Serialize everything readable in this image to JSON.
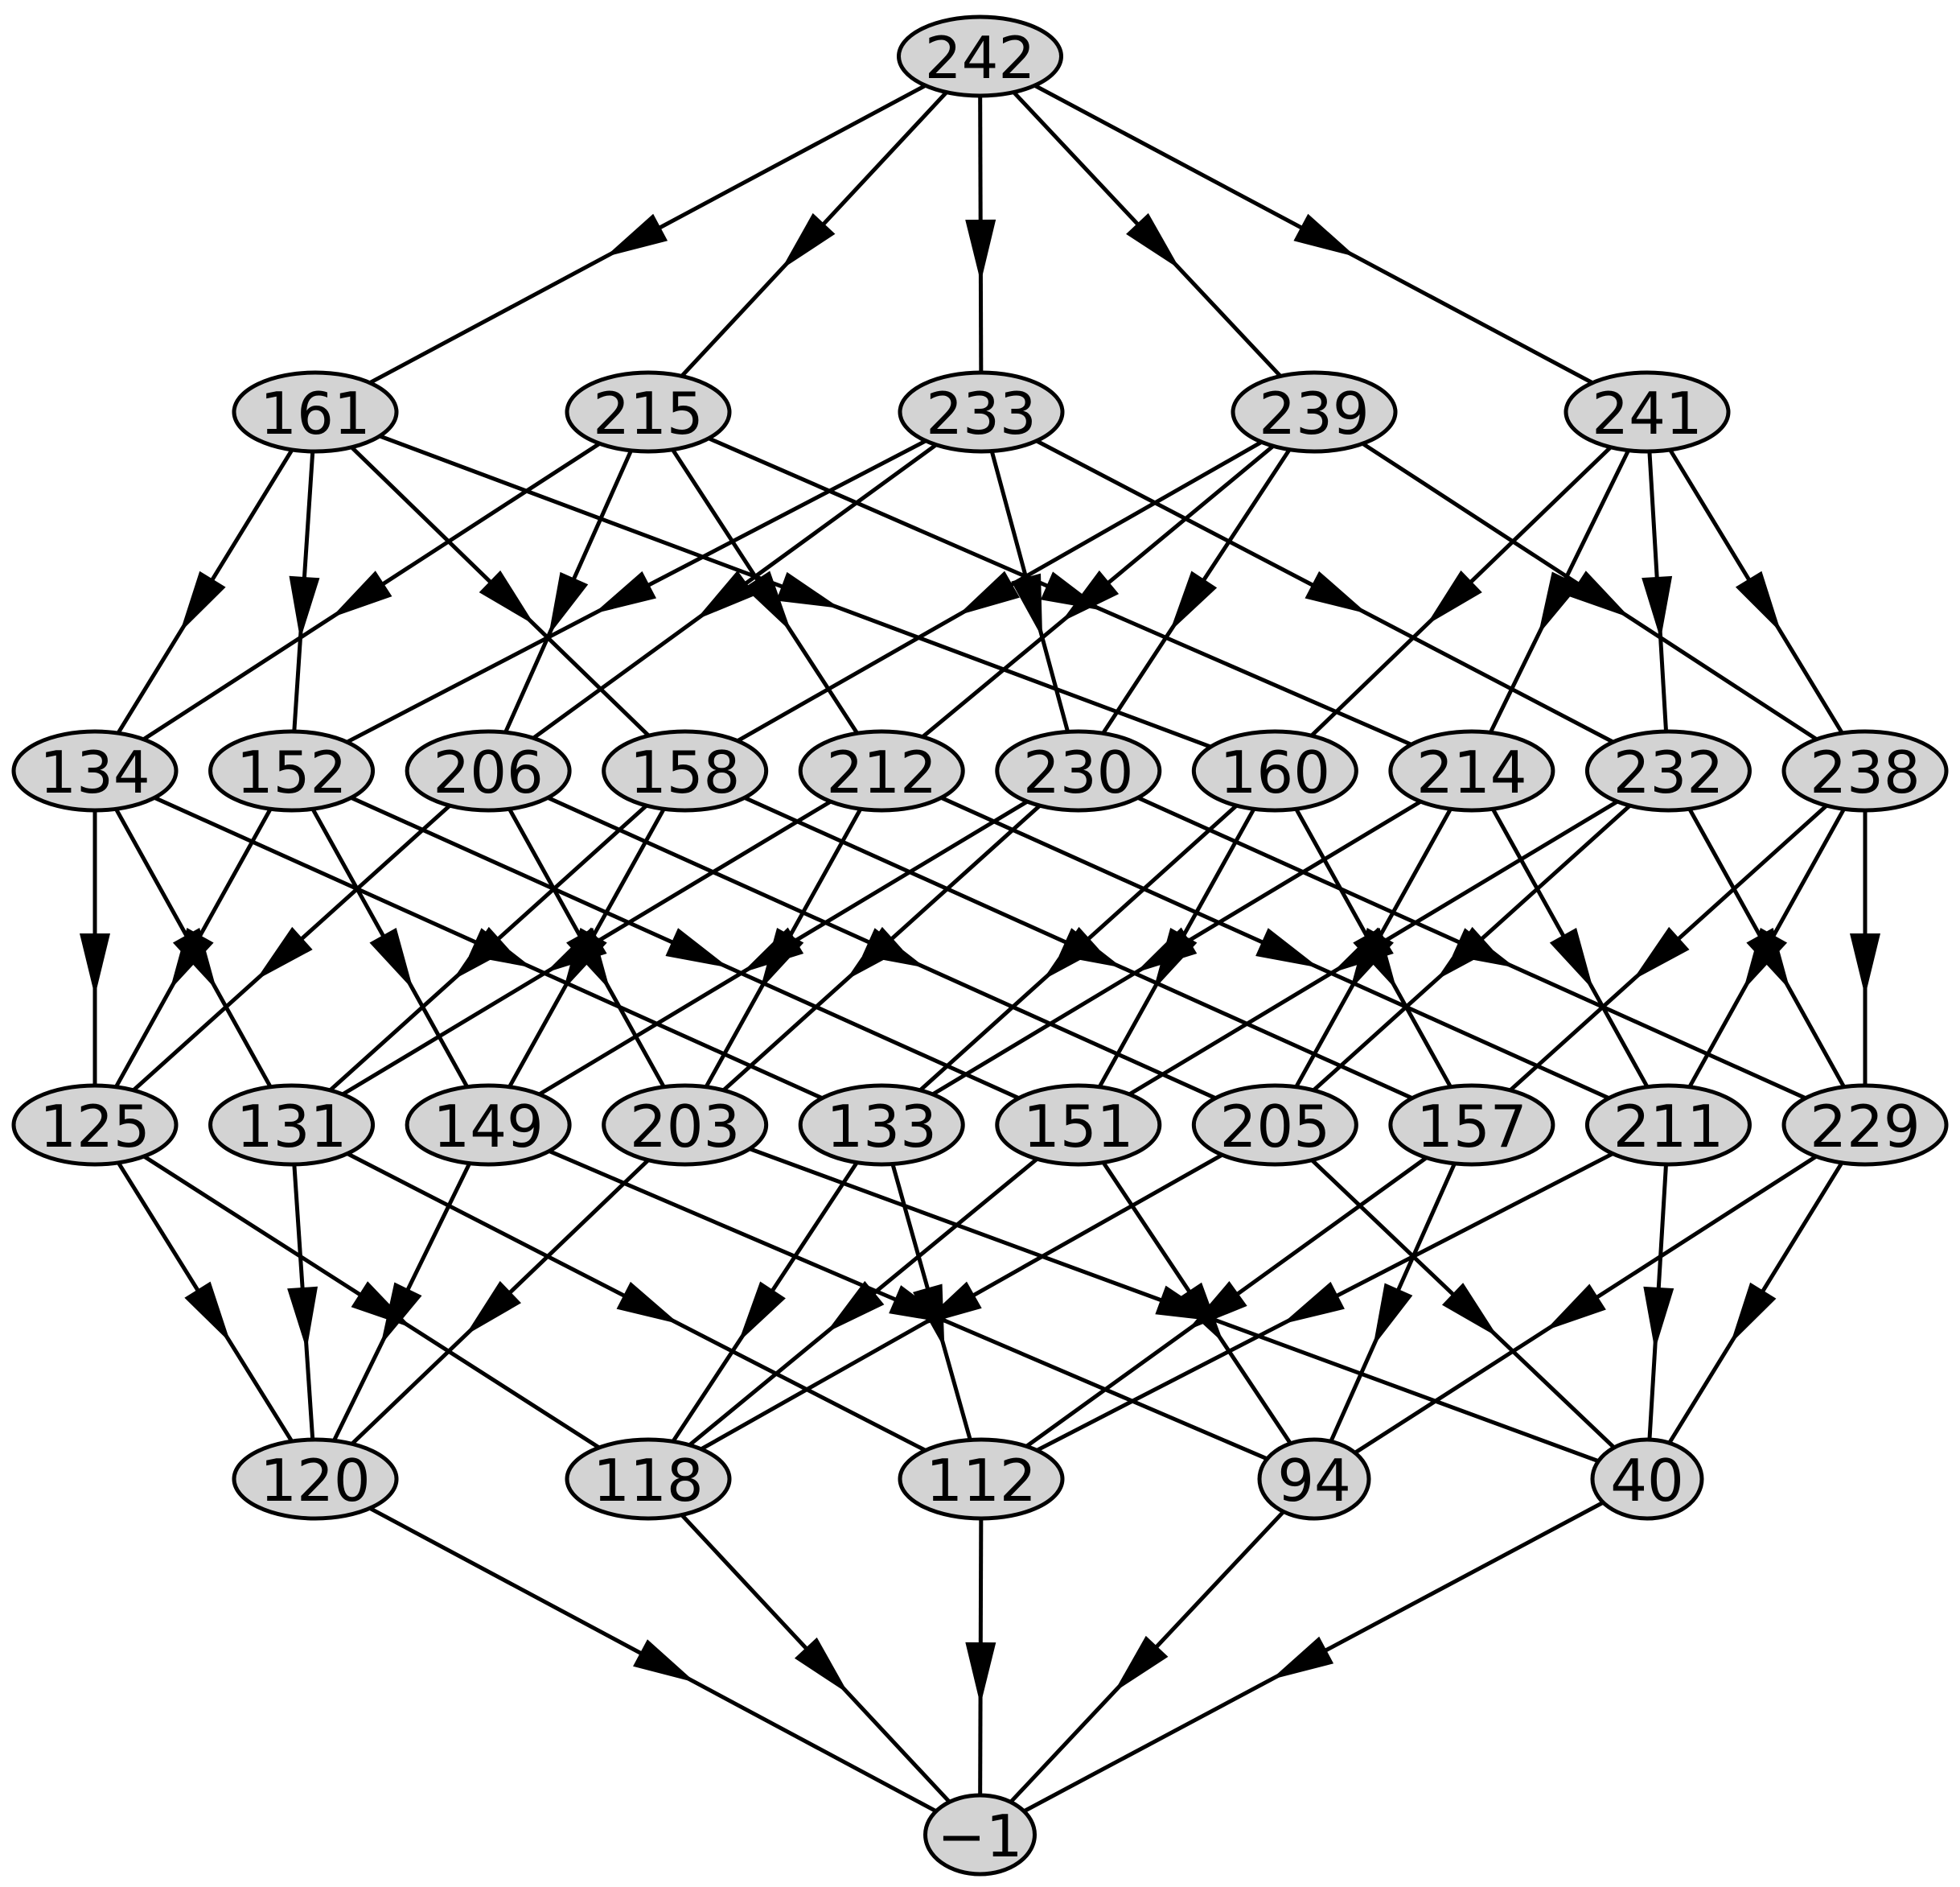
{
  "nodes": [
    {
      "id": "242",
      "label": "242",
      "rank": 0
    },
    {
      "id": "161",
      "label": "161",
      "rank": 1
    },
    {
      "id": "215",
      "label": "215",
      "rank": 1
    },
    {
      "id": "233",
      "label": "233",
      "rank": 1
    },
    {
      "id": "239",
      "label": "239",
      "rank": 1
    },
    {
      "id": "241",
      "label": "241",
      "rank": 1
    },
    {
      "id": "134",
      "label": "134",
      "rank": 2
    },
    {
      "id": "152",
      "label": "152",
      "rank": 2
    },
    {
      "id": "206",
      "label": "206",
      "rank": 2
    },
    {
      "id": "158",
      "label": "158",
      "rank": 2
    },
    {
      "id": "212",
      "label": "212",
      "rank": 2
    },
    {
      "id": "230",
      "label": "230",
      "rank": 2
    },
    {
      "id": "160",
      "label": "160",
      "rank": 2
    },
    {
      "id": "214",
      "label": "214",
      "rank": 2
    },
    {
      "id": "232",
      "label": "232",
      "rank": 2
    },
    {
      "id": "238",
      "label": "238",
      "rank": 2
    },
    {
      "id": "125",
      "label": "125",
      "rank": 3
    },
    {
      "id": "131",
      "label": "131",
      "rank": 3
    },
    {
      "id": "149",
      "label": "149",
      "rank": 3
    },
    {
      "id": "203",
      "label": "203",
      "rank": 3
    },
    {
      "id": "133",
      "label": "133",
      "rank": 3
    },
    {
      "id": "151",
      "label": "151",
      "rank": 3
    },
    {
      "id": "205",
      "label": "205",
      "rank": 3
    },
    {
      "id": "157",
      "label": "157",
      "rank": 3
    },
    {
      "id": "211",
      "label": "211",
      "rank": 3
    },
    {
      "id": "229",
      "label": "229",
      "rank": 3
    },
    {
      "id": "120",
      "label": "120",
      "rank": 4
    },
    {
      "id": "118",
      "label": "118",
      "rank": 4
    },
    {
      "id": "112",
      "label": "112",
      "rank": 4
    },
    {
      "id": "94",
      "label": "94",
      "rank": 4
    },
    {
      "id": "40",
      "label": "40",
      "rank": 4
    },
    {
      "id": "-1",
      "label": "−1",
      "rank": 5
    }
  ],
  "edges": [
    [
      "242",
      "161"
    ],
    [
      "242",
      "215"
    ],
    [
      "242",
      "233"
    ],
    [
      "242",
      "239"
    ],
    [
      "242",
      "241"
    ],
    [
      "161",
      "134"
    ],
    [
      "161",
      "152"
    ],
    [
      "161",
      "158"
    ],
    [
      "161",
      "160"
    ],
    [
      "215",
      "134"
    ],
    [
      "215",
      "206"
    ],
    [
      "215",
      "212"
    ],
    [
      "215",
      "214"
    ],
    [
      "233",
      "152"
    ],
    [
      "233",
      "206"
    ],
    [
      "233",
      "230"
    ],
    [
      "233",
      "232"
    ],
    [
      "239",
      "158"
    ],
    [
      "239",
      "212"
    ],
    [
      "239",
      "230"
    ],
    [
      "239",
      "238"
    ],
    [
      "241",
      "160"
    ],
    [
      "241",
      "214"
    ],
    [
      "241",
      "232"
    ],
    [
      "241",
      "238"
    ],
    [
      "134",
      "125"
    ],
    [
      "134",
      "131"
    ],
    [
      "134",
      "133"
    ],
    [
      "152",
      "125"
    ],
    [
      "152",
      "149"
    ],
    [
      "152",
      "151"
    ],
    [
      "206",
      "125"
    ],
    [
      "206",
      "203"
    ],
    [
      "206",
      "205"
    ],
    [
      "158",
      "131"
    ],
    [
      "158",
      "149"
    ],
    [
      "158",
      "157"
    ],
    [
      "212",
      "131"
    ],
    [
      "212",
      "203"
    ],
    [
      "212",
      "211"
    ],
    [
      "230",
      "149"
    ],
    [
      "230",
      "203"
    ],
    [
      "230",
      "229"
    ],
    [
      "160",
      "133"
    ],
    [
      "160",
      "151"
    ],
    [
      "160",
      "157"
    ],
    [
      "214",
      "133"
    ],
    [
      "214",
      "205"
    ],
    [
      "214",
      "211"
    ],
    [
      "232",
      "151"
    ],
    [
      "232",
      "205"
    ],
    [
      "232",
      "229"
    ],
    [
      "238",
      "157"
    ],
    [
      "238",
      "211"
    ],
    [
      "238",
      "229"
    ],
    [
      "125",
      "120"
    ],
    [
      "125",
      "118"
    ],
    [
      "131",
      "120"
    ],
    [
      "131",
      "112"
    ],
    [
      "149",
      "120"
    ],
    [
      "149",
      "94"
    ],
    [
      "203",
      "120"
    ],
    [
      "203",
      "40"
    ],
    [
      "133",
      "118"
    ],
    [
      "133",
      "112"
    ],
    [
      "151",
      "118"
    ],
    [
      "151",
      "94"
    ],
    [
      "205",
      "118"
    ],
    [
      "205",
      "40"
    ],
    [
      "157",
      "112"
    ],
    [
      "157",
      "94"
    ],
    [
      "211",
      "112"
    ],
    [
      "211",
      "40"
    ],
    [
      "229",
      "94"
    ],
    [
      "229",
      "40"
    ],
    [
      "120",
      "-1"
    ],
    [
      "118",
      "-1"
    ],
    [
      "112",
      "-1"
    ],
    [
      "94",
      "-1"
    ],
    [
      "40",
      "-1"
    ]
  ]
}
